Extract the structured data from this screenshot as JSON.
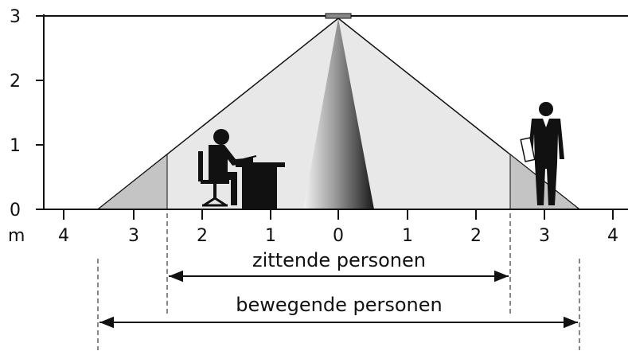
{
  "y_axis": {
    "ticks": [
      "0",
      "1",
      "2",
      "3"
    ]
  },
  "x_axis": {
    "unit": "m",
    "left_ticks": [
      "4",
      "3",
      "2",
      "1"
    ],
    "center_tick": "0",
    "right_ticks": [
      "1",
      "2",
      "3",
      "4"
    ]
  },
  "ranges": {
    "seated_label": "zittende personen",
    "moving_label": "bewegende personen"
  },
  "colors": {
    "cone_fill": "#e8e8e8",
    "outer_zone_fill": "#c4c4c4",
    "line": "#111111",
    "figure": "#111111"
  },
  "icons": {
    "sensor": "ceiling-sensor-icon",
    "seated_person": "seated-person-at-desk-icon",
    "standing_person": "standing-person-icon"
  }
}
